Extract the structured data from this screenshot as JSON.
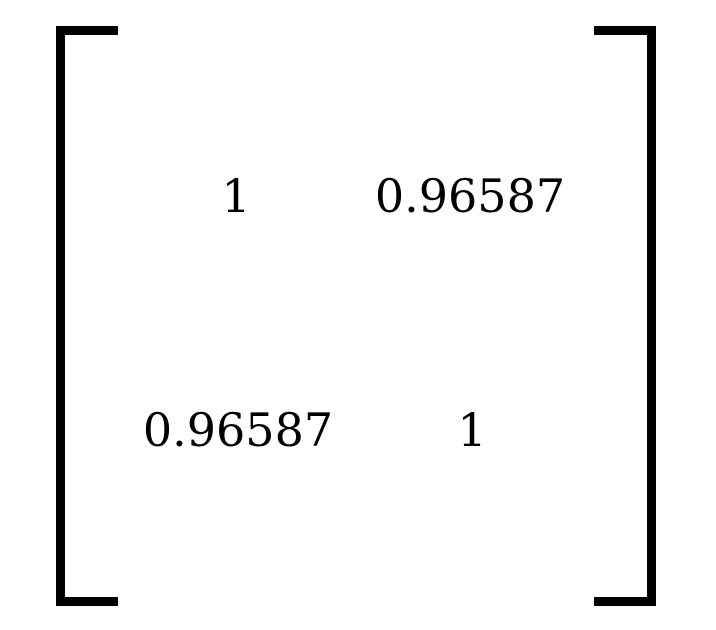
{
  "matrix": {
    "rows": [
      [
        "1",
        "0.96587"
      ],
      [
        "0.96587",
        "1"
      ]
    ]
  }
}
